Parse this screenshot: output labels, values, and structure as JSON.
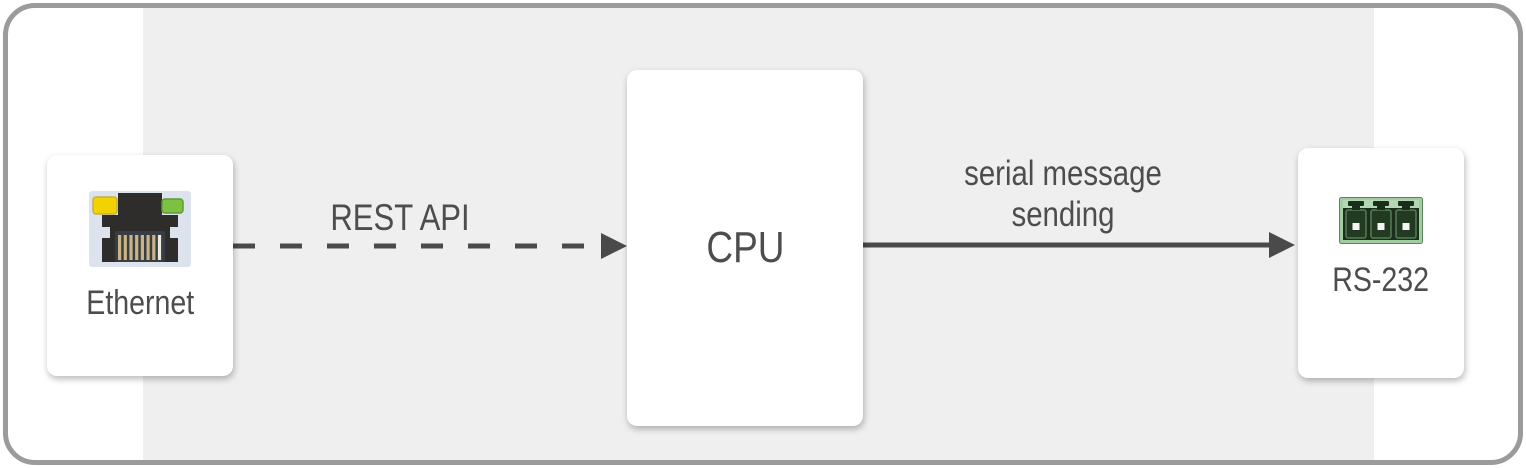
{
  "diagram": {
    "title": "ethernet-to-serial-message-flow",
    "nodes": {
      "ethernet": {
        "label": "Ethernet",
        "icon": "ethernet-rj45-port-icon"
      },
      "cpu": {
        "label": "CPU"
      },
      "rs232": {
        "label": "RS-232",
        "icon": "rs232-terminal-block-icon"
      }
    },
    "edges": {
      "rest_api": {
        "label": "REST API",
        "style": "dashed",
        "from": "Ethernet",
        "to": "CPU"
      },
      "serial": {
        "label_line1": "serial message",
        "label_line2": "sending",
        "style": "solid",
        "from": "CPU",
        "to": "RS-232"
      }
    }
  },
  "colors": {
    "canvas-bg": "#ffffff",
    "band-bg": "#efefef",
    "frame-border": "#9b9b9b",
    "card-bg": "#ffffff",
    "text": "#4d4d4d",
    "arrow": "#4a4a4a",
    "jack-panel": "#dce3ed",
    "jack-dark": "#2e2d2c",
    "pin-backdrop": "#383d45",
    "pin-gold": "#c9b483",
    "pin-bright": "#eceadf",
    "led-yellow": "#f2d200",
    "led-yellow-edge": "#c7af4a",
    "led-green": "#7cc141",
    "led-green-edge": "#5f9a33",
    "conn-light-green": "#a2cba2",
    "conn-top-green": "#b4d6b4",
    "conn-dark-green": "#1b2d1b",
    "conn-well": "#223a22",
    "conn-well-edge": "#567d56",
    "conn-frame-edge": "#5d835d",
    "conn-dot-white": "#f4f6f4"
  }
}
